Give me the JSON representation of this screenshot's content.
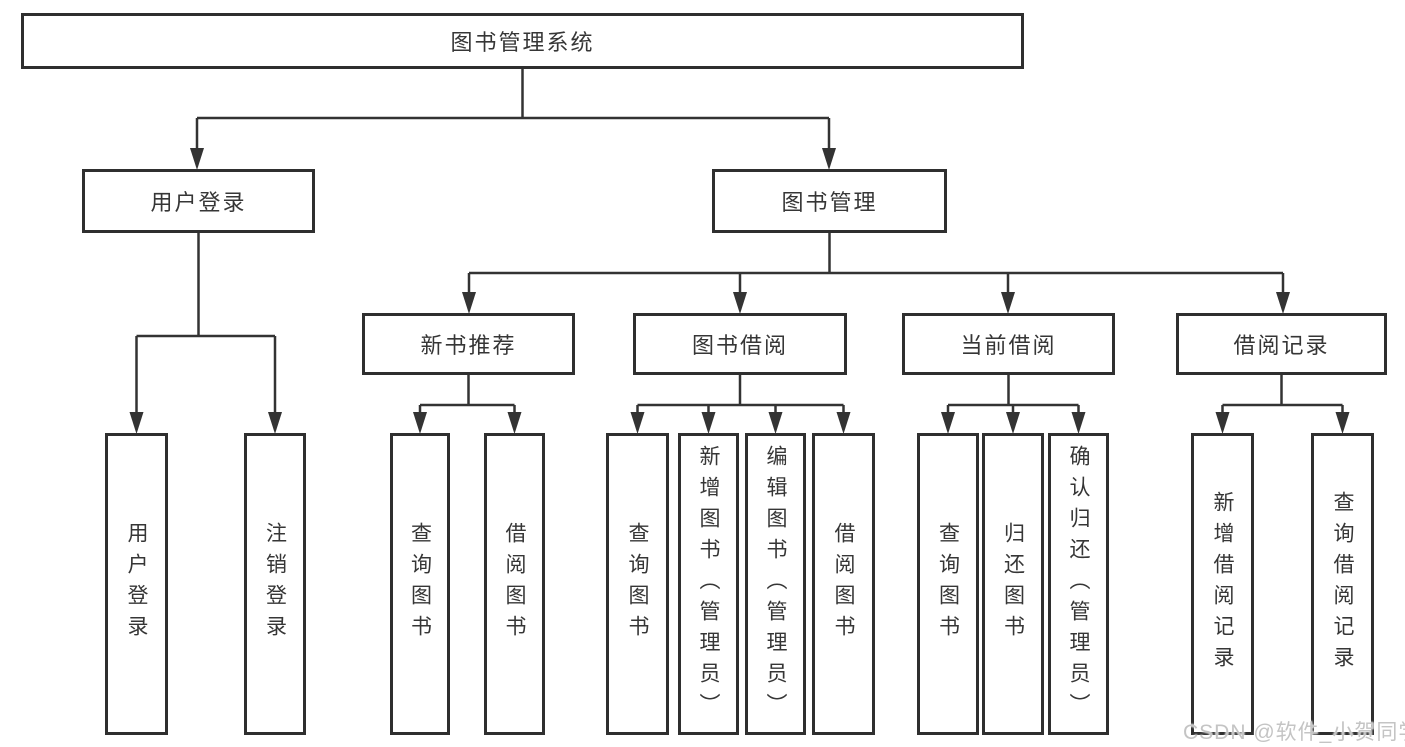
{
  "tree": {
    "root": {
      "label": "图书管理系统",
      "children": [
        {
          "label": "用户登录",
          "children": [
            {
              "label": "用户登录"
            },
            {
              "label": "注销登录"
            }
          ]
        },
        {
          "label": "图书管理",
          "children": [
            {
              "label": "新书推荐",
              "children": [
                {
                  "label": "查询图书"
                },
                {
                  "label": "借阅图书"
                }
              ]
            },
            {
              "label": "图书借阅",
              "children": [
                {
                  "label": "查询图书"
                },
                {
                  "label": "新增图书（管理员）"
                },
                {
                  "label": "编辑图书（管理员）"
                },
                {
                  "label": "借阅图书"
                }
              ]
            },
            {
              "label": "当前借阅",
              "children": [
                {
                  "label": "查询图书"
                },
                {
                  "label": "归还图书"
                },
                {
                  "label": "确认归还（管理员）"
                }
              ]
            },
            {
              "label": "借阅记录",
              "children": [
                {
                  "label": "新增借阅记录"
                },
                {
                  "label": "查询借阅记录"
                }
              ]
            }
          ]
        }
      ]
    }
  },
  "watermark": {
    "text": "CSDN @软件_小贺同学"
  },
  "colors": {
    "background": "#ffffff",
    "line": "#333333",
    "box_border": "#2f2f2f",
    "label_text": "#363636",
    "watermark_text": "#c4c4c4"
  }
}
